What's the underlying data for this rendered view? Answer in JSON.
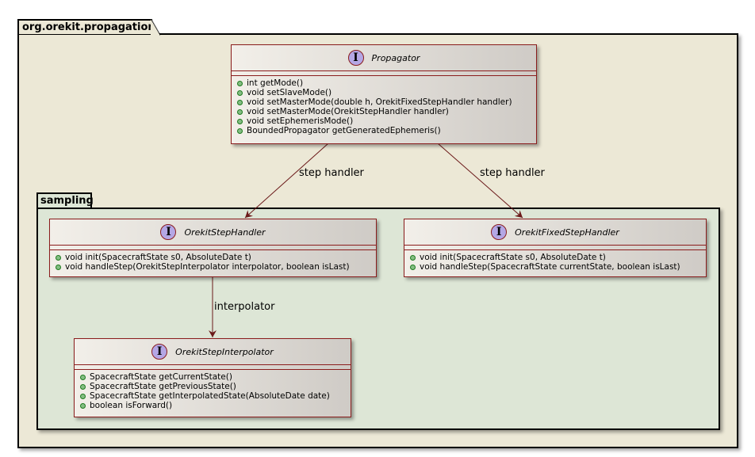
{
  "packages": {
    "outer": {
      "name": "org.orekit.propagation"
    },
    "inner": {
      "name": "sampling"
    }
  },
  "interface_badge": "I",
  "classes": {
    "propagator": {
      "name": "Propagator",
      "members": [
        "int getMode()",
        "void setSlaveMode()",
        "void setMasterMode(double h, OrekitFixedStepHandler handler)",
        "void setMasterMode(OrekitStepHandler handler)",
        "void setEphemerisMode()",
        "BoundedPropagator getGeneratedEphemeris()"
      ]
    },
    "step_handler": {
      "name": "OrekitStepHandler",
      "members": [
        "void init(SpacecraftState s0, AbsoluteDate t)",
        "void handleStep(OrekitStepInterpolator interpolator, boolean isLast)"
      ]
    },
    "fixed_step_handler": {
      "name": "OrekitFixedStepHandler",
      "members": [
        "void init(SpacecraftState s0, AbsoluteDate t)",
        "void handleStep(SpacecraftState currentState, boolean isLast)"
      ]
    },
    "step_interpolator": {
      "name": "OrekitStepInterpolator",
      "members": [
        "SpacecraftState getCurrentState()",
        "SpacecraftState getPreviousState()",
        "SpacecraftState getInterpolatedState(AbsoluteDate date)",
        "boolean isForward()"
      ]
    }
  },
  "edges": {
    "propagator_to_step_handler": "step handler",
    "propagator_to_fixed_step_handler": "step handler",
    "step_handler_to_interpolator": "interpolator"
  },
  "colors": {
    "outer_package": "#ECE8D6",
    "inner_package": "#DDE6D6",
    "class_border": "#8A1C1C",
    "interface_badge": "#B4A7E5",
    "public_member_dot": "#84BE84",
    "edge": "#6B1A1A"
  }
}
